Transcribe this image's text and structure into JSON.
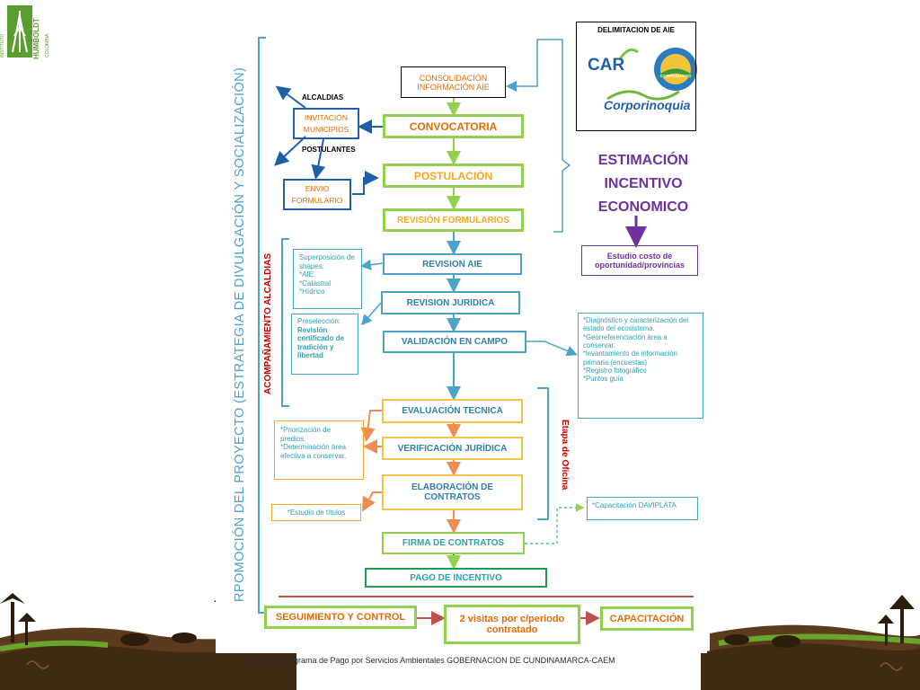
{
  "logo": {
    "name": "HUMBOLDT",
    "subtitle_left": "INSTITUTO",
    "subtitle_right": "COLOMBIA"
  },
  "colors": {
    "green": "#92d050",
    "blue": "#4aa3c8",
    "orange": "#f5a623",
    "dark_blue": "#1f5fa8",
    "purple": "#7030a0",
    "red": "#c00000",
    "teal": "#2f9fb0",
    "dark_green": "#1e9e4a"
  },
  "side_titles": {
    "strategy": "RPOMOCIÓN DEL PROYECTO (ESTRATEGIA DE DIVULGACIÓN Y SOCIALIZACIÓN)",
    "accompaniment": "ACOMPAÑAMIENTO ALCALDIAS",
    "office_stage": "Etapa de Oficina"
  },
  "top_right": {
    "title": "DELIMITACION DE AIE",
    "logos": [
      "CAR",
      "CORPOGUAVIO",
      "Corporinoquia"
    ],
    "estimation": "ESTIMACIÓN INCENTIVO ECONOMICO",
    "study": "Estudio costo de oportunidad/provincias"
  },
  "flow": {
    "consolidacion": "CONSOLIDACIÓN INFORMACIÓN AIE",
    "convocatoria": "CONVOCATORIA",
    "postulacion": "POSTULACIÓN",
    "revision_formularios": "REVISIÓN FORMULARIOS",
    "revision_aie": "REVISION AIE",
    "revision_juridica": "REVISION JURIDICA",
    "validacion": "VALIDACIÓN EN CAMPO",
    "evaluacion": "EVALUACIÓN TECNICA",
    "verificacion": "VERIFICACIÓN JURÍDICA",
    "elaboracion": "ELABORACIÓN DE CONTRATOS",
    "firma": "FIRMA DE CONTRATOS",
    "pago": "PAGO DE INCENTIVO"
  },
  "left": {
    "alcaldias": "ALCALDIAS",
    "invitacion": "INVITACIÓN MUNICIPIOS",
    "postulantes": "POSTULANTES",
    "envio": "ENVIO FORMULARIO",
    "superposicion": [
      "Superposición de shapes:",
      "*AIE",
      "*Catastral",
      "*Hídrico"
    ],
    "preseleccion": [
      "Preselección:",
      "Revisión certificado de tradición y libertad"
    ],
    "priorizacion": [
      "*Priorización de predios.",
      "*Determinación área efectiva a conservar."
    ],
    "titulos": "*Estudio de títulos"
  },
  "right": {
    "diagnostico": [
      "*Diagnóstico y caracterización del estado del ecosistema.",
      "*Georreferenciación área a conservar.",
      "*levantamiento de información primaria (encuestas)",
      "*Registro fotográfico",
      "*Puntos guía"
    ],
    "daviplata": "*Capacitación DAVIPLATA"
  },
  "bottom": {
    "seguimiento": "SEGUIMIENTO Y CONTROL",
    "visitas": "2 visitas por c/periodo contratado",
    "capacitacion": "CAPACITACIÓN"
  },
  "footer": "Fuente: Programa de Pago por Servicios Ambientales GOBERNACION DE CUNDINAMARCA-CAEM"
}
